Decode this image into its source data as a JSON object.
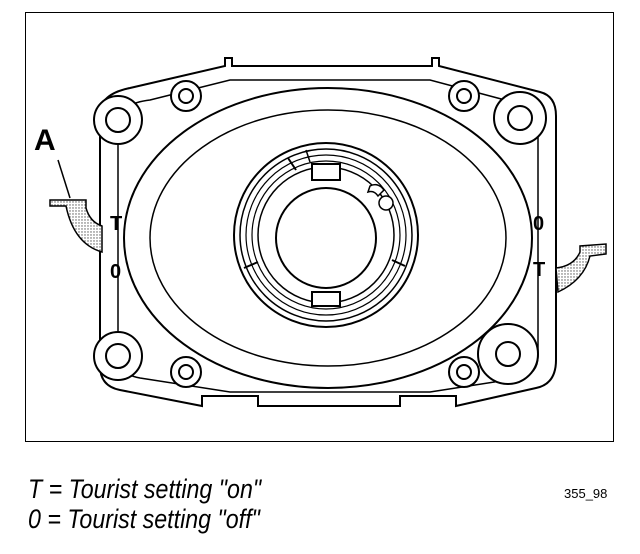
{
  "callout": {
    "label": "A"
  },
  "switch_marks": {
    "left": [
      "T",
      "0"
    ],
    "right": [
      "0",
      "T"
    ]
  },
  "legend": [
    "T = Tourist setting \"on\"",
    "0 = Tourist setting \"off\""
  ],
  "figure_code": "355_98",
  "colors": {
    "stroke": "#000000",
    "fill": "#ffffff",
    "shade": "#bdbdbd"
  }
}
